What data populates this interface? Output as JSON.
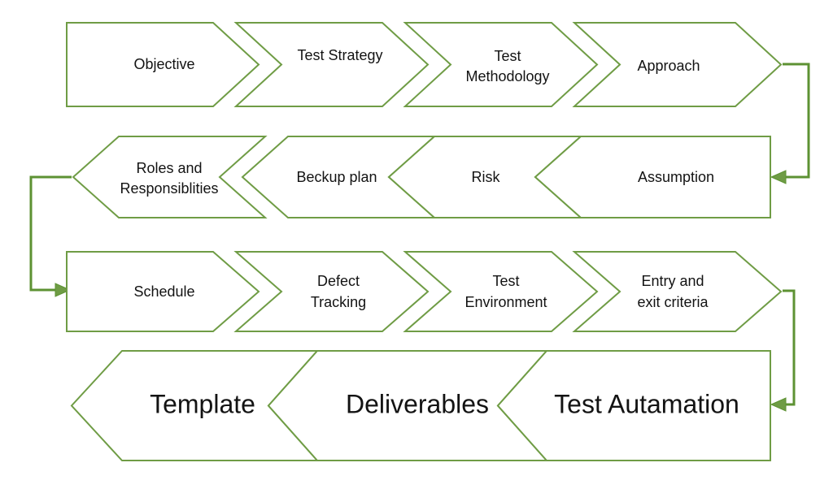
{
  "diagram": {
    "title": "Test Plan Process Chevron Flow",
    "type": "chevron-process-flow",
    "style": {
      "stroke_color": "#6f9c45",
      "connector_color": "#5d9233",
      "text_color": "#131313",
      "fill_color": "#ffffff",
      "background": "#ffffff",
      "stroke_width": 2,
      "connector_width": 3
    },
    "rows": [
      {
        "id": "row-1",
        "direction": "right",
        "text_size": "small",
        "steps": [
          {
            "id": "step-objective",
            "lines": [
              "Objective"
            ]
          },
          {
            "id": "step-test-strategy",
            "lines": [
              "Test Strategy"
            ]
          },
          {
            "id": "step-test-methodology",
            "lines": [
              "Test",
              "Methodology"
            ]
          },
          {
            "id": "step-approach",
            "lines": [
              "Approach"
            ]
          }
        ]
      },
      {
        "id": "row-2",
        "direction": "left",
        "text_size": "small",
        "steps": [
          {
            "id": "step-roles-and-responsiblities",
            "lines": [
              "Roles and",
              "Responsiblities"
            ]
          },
          {
            "id": "step-beckup-plan",
            "lines": [
              "Beckup plan"
            ]
          },
          {
            "id": "step-risk",
            "lines": [
              "Risk"
            ]
          },
          {
            "id": "step-assumption",
            "lines": [
              "Assumption"
            ]
          }
        ]
      },
      {
        "id": "row-3",
        "direction": "right",
        "text_size": "small",
        "steps": [
          {
            "id": "step-schedule",
            "lines": [
              "Schedule"
            ]
          },
          {
            "id": "step-defect-tracking",
            "lines": [
              "Defect",
              "Tracking"
            ]
          },
          {
            "id": "step-test-environment",
            "lines": [
              "Test",
              "Environment"
            ]
          },
          {
            "id": "step-entry-and-exit-criteria",
            "lines": [
              "Entry and",
              "exit criteria"
            ]
          }
        ]
      },
      {
        "id": "row-4",
        "direction": "left",
        "text_size": "large",
        "steps": [
          {
            "id": "step-template",
            "lines": [
              "Template"
            ]
          },
          {
            "id": "step-deliverables",
            "lines": [
              "Deliverables"
            ]
          },
          {
            "id": "step-test-autamation",
            "lines": [
              "Test Autamation"
            ]
          }
        ]
      }
    ],
    "connectors": [
      {
        "id": "connector-row1-to-row2",
        "from": "row-1",
        "to": "row-2",
        "side": "right"
      },
      {
        "id": "connector-row2-to-row3",
        "from": "row-2",
        "to": "row-3",
        "side": "left"
      },
      {
        "id": "connector-row3-to-row4",
        "from": "row-3",
        "to": "row-4",
        "side": "right"
      }
    ]
  },
  "labels": {
    "r1s1": "Objective",
    "r1s2": "Test Strategy",
    "r1s3a": "Test",
    "r1s3b": "Methodology",
    "r1s4": "Approach",
    "r2s1a": "Roles and",
    "r2s1b": "Responsiblities",
    "r2s2": "Beckup plan",
    "r2s3": "Risk",
    "r2s4": "Assumption",
    "r3s1": "Schedule",
    "r3s2a": "Defect",
    "r3s2b": "Tracking",
    "r3s3a": "Test",
    "r3s3b": "Environment",
    "r3s4a": "Entry and",
    "r3s4b": "exit criteria",
    "r4s1": "Template",
    "r4s2": "Deliverables",
    "r4s3": "Test Autamation"
  }
}
